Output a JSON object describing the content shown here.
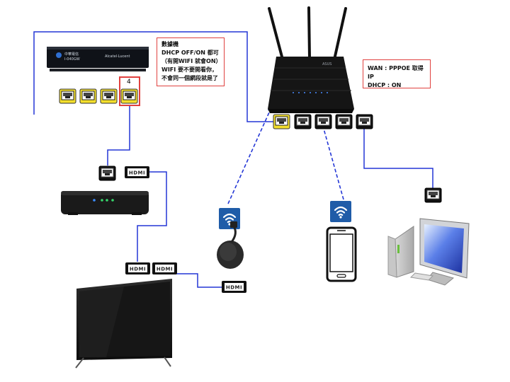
{
  "modem": {
    "brand_cn": "中華電信",
    "model": "I-040GW",
    "vendor": "Alcatel·Lucent"
  },
  "modem_port_label": "4",
  "modem_note": {
    "line1": "數據機",
    "line2": "DHCP OFF/ON 都可",
    "line3": "（有開WIFI 就會ON）",
    "line4": "WIFI 要不要開看你，",
    "line5": "不會同一個網段就是了"
  },
  "router_brand": "ASUS",
  "router_note": {
    "line1": "WAN : PPPOE 取得IP",
    "line2": "DHCP : ON"
  },
  "hdmi_label": "HDMI",
  "colors": {
    "link": "#2437d6",
    "highlight": "#e0413f",
    "port_yellow": "#f3de2c",
    "wifi_badge": "#1f5ca8"
  },
  "icons": [
    "modem-icon",
    "router-icon",
    "set-top-box-icon",
    "tv-icon",
    "chromecast-icon",
    "smartphone-icon",
    "desktop-computer-icon",
    "wifi-icon",
    "ethernet-port-icon",
    "hdmi-port-icon"
  ]
}
